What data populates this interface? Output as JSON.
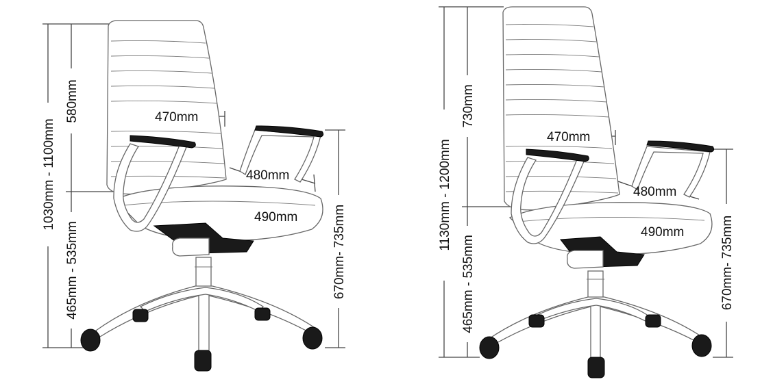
{
  "chairs": [
    {
      "id": "mid-back",
      "overall_height": "1030mm - 1100mm",
      "back_height": "580mm",
      "back_width": "470mm",
      "seat_depth": "480mm",
      "seat_width": "490mm",
      "seat_height": "465mm - 535mm",
      "arm_height": "670mm- 735mm"
    },
    {
      "id": "high-back",
      "overall_height": "1130mm - 1200mm",
      "back_height": "730mm",
      "back_width": "470mm",
      "seat_depth": "480mm",
      "seat_width": "490mm",
      "seat_height": "465mm - 535mm",
      "arm_height": "670mm- 735mm"
    }
  ]
}
